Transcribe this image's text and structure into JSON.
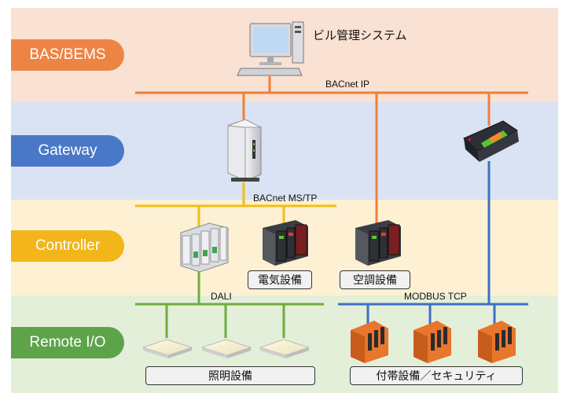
{
  "layers": [
    {
      "id": "bas",
      "label": "BAS/BEMS",
      "color": "#ee8444",
      "bg": "#f9e1d3"
    },
    {
      "id": "gateway",
      "label": "Gateway",
      "color": "#4a78c8",
      "bg": "#dae3f3"
    },
    {
      "id": "controller",
      "label": "Controller",
      "color": "#f2b51a",
      "bg": "#fdf0d3"
    },
    {
      "id": "remote",
      "label": "Remote I/O",
      "color": "#5ea34a",
      "bg": "#e3efd9"
    }
  ],
  "system_title": "ビル管理システム",
  "networks": {
    "bacnet_ip": "BACnet IP",
    "bacnet_mstp": "BACnet MS/TP",
    "dali": "DALI",
    "modbus": "MODBUS TCP"
  },
  "equipment_labels": {
    "electric": "電気設備",
    "hvac": "空調設備",
    "lighting": "照明設備",
    "ancillary": "付帯設備／セキュリティ"
  },
  "colors": {
    "orange": "#ee8038",
    "yellow": "#f2be15",
    "green": "#6eae3c",
    "blue": "#3f6fc4"
  }
}
